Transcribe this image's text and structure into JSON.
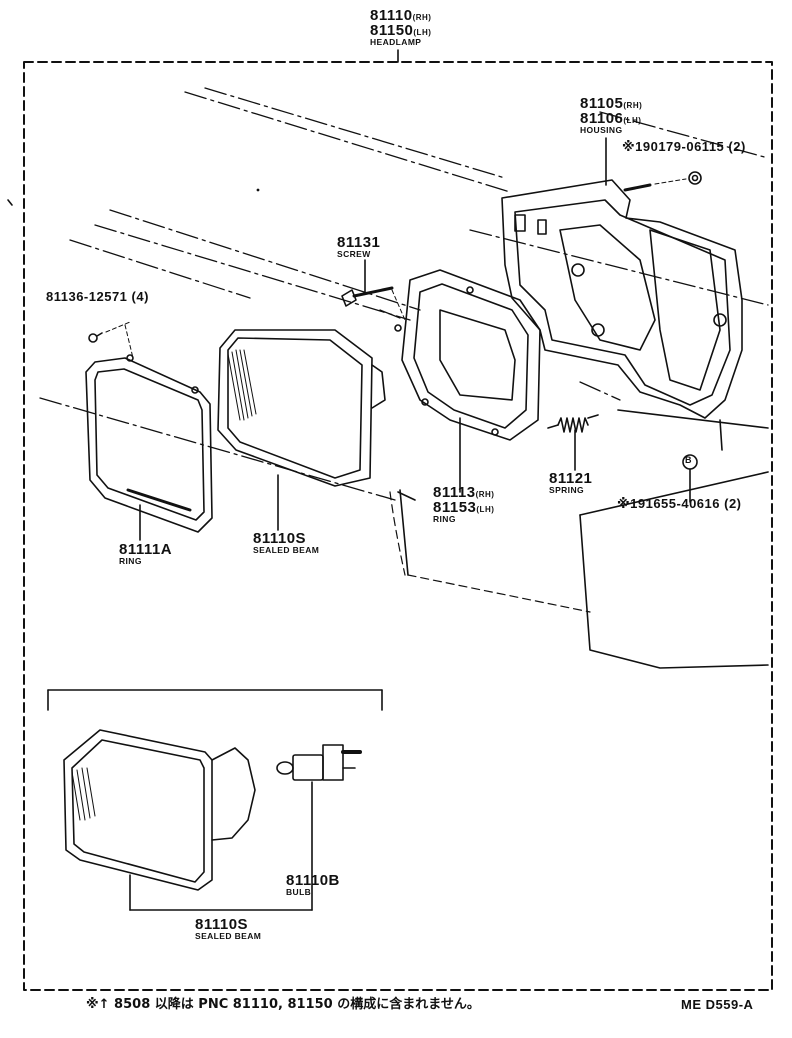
{
  "headlamp": {
    "pn_rh": "81110",
    "tag_rh": "(RH)",
    "pn_lh": "81150",
    "tag_lh": "(LH)",
    "name": "HEADLAMP"
  },
  "housing": {
    "pn_rh": "81105",
    "tag_rh": "(RH)",
    "pn_lh": "81106",
    "tag_lh": "(LH)",
    "name": "HOUSING"
  },
  "bolt_190179": {
    "pn": "※190179-06115",
    "qty": "(2)"
  },
  "screw_81131": {
    "pn": "81131",
    "name": "SCREW"
  },
  "screw_81136": {
    "pn": "81136-12571",
    "qty": "(4)"
  },
  "ring_81111a": {
    "pn": "81111A",
    "name": "RING"
  },
  "sealed_beam_upper": {
    "pn": "81110S",
    "name": "SEALED BEAM"
  },
  "ring_81113": {
    "pn_rh": "81113",
    "tag_rh": "(RH)",
    "pn_lh": "81153",
    "tag_lh": "(LH)",
    "name": "RING"
  },
  "spring_81121": {
    "pn": "81121",
    "name": "SPRING"
  },
  "nut_191655": {
    "pn": "※191655-40616",
    "qty": "(2)",
    "ref_mark": "B"
  },
  "bulb_81110b": {
    "pn": "81110B",
    "name": "BULB"
  },
  "sealed_beam_lower": {
    "pn": "81110S",
    "name": "SEALED BEAM"
  },
  "footnote": "※↑ 8508 以降は PNC 81110, 81150 の構成に含まれません。",
  "drawing_code": "ME D559-A",
  "colors": {
    "ink": "#111111",
    "paper": "#ffffff"
  }
}
